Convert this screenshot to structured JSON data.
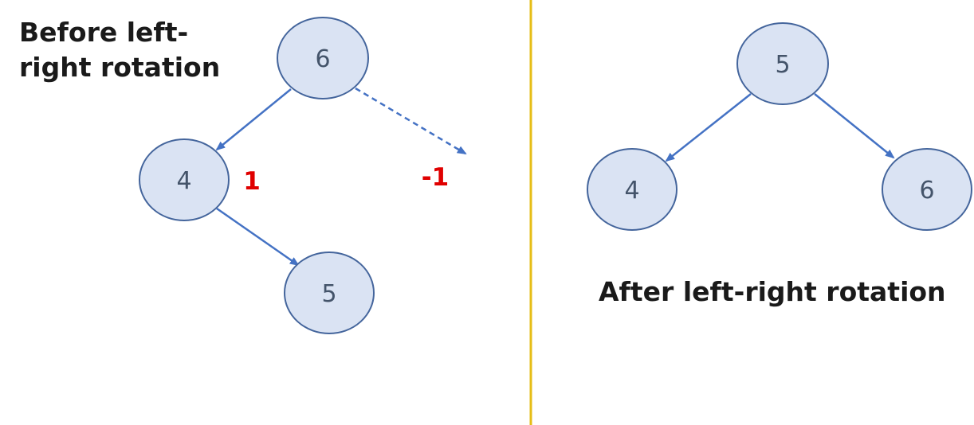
{
  "before": {
    "title": "Before left-right rotation",
    "nodes": {
      "root": "6",
      "left": "4",
      "left_right": "5"
    },
    "balance_left": "1",
    "balance_right": "-1"
  },
  "after": {
    "title": "After left-right rotation",
    "nodes": {
      "root": "5",
      "left": "4",
      "right": "6"
    }
  },
  "colors": {
    "node_fill": "#dae3f3",
    "node_stroke": "#44659c",
    "edge": "#4472c4",
    "balance_text": "#e00000",
    "divider": "#e6bd16"
  }
}
